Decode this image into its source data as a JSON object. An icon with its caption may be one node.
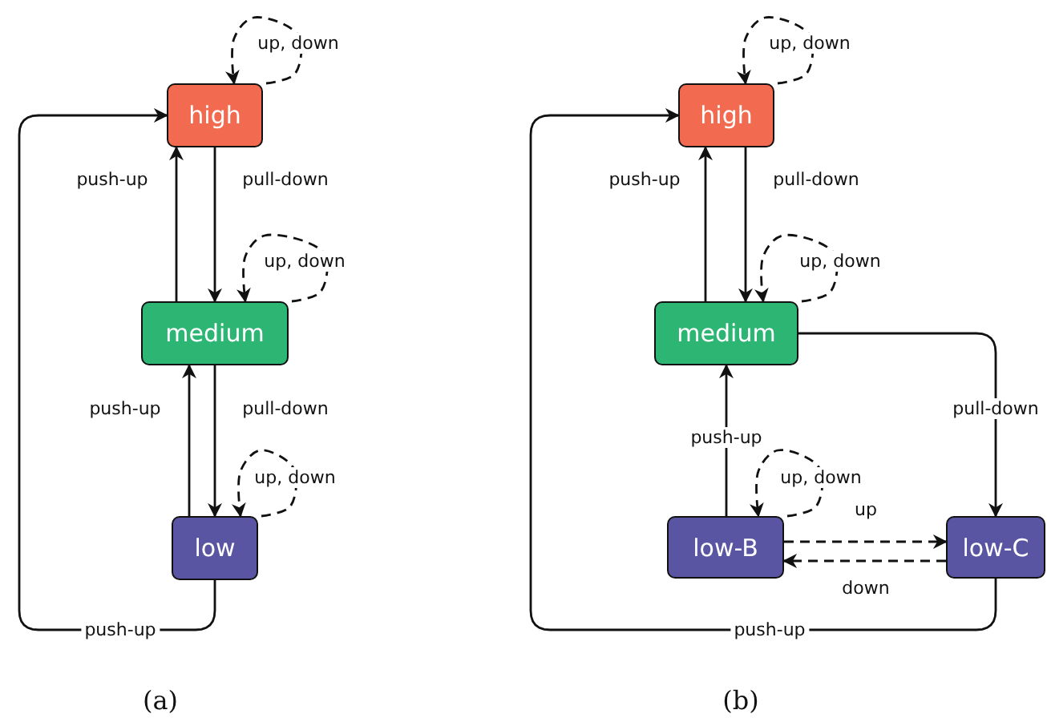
{
  "diagram": {
    "nodes": [
      {
        "text": [
          "high"
        ]
      },
      {
        "text": [
          "medium"
        ]
      },
      {
        "text": [
          "low"
        ]
      },
      {
        "text": [
          "high"
        ]
      },
      {
        "text": [
          "medium"
        ]
      },
      {
        "text": [
          "low-B"
        ]
      },
      {
        "text": [
          "low-C"
        ]
      }
    ],
    "edges": [
      {
        "from": 0,
        "to": 0,
        "arrow": "to",
        "label": "up, down",
        "style": "dashed"
      },
      {
        "from": 0,
        "to": 1,
        "arrow": "to",
        "label": "pull-down"
      },
      {
        "from": 1,
        "to": 0,
        "arrow": "to",
        "label": "push-up"
      },
      {
        "from": 1,
        "to": 1,
        "arrow": "to",
        "label": "up, down",
        "style": "dashed"
      },
      {
        "from": 1,
        "to": 2,
        "arrow": "to",
        "label": "pull-down"
      },
      {
        "from": 2,
        "to": 1,
        "arrow": "to",
        "label": "push-up"
      },
      {
        "from": 2,
        "to": 2,
        "arrow": "to",
        "label": "up, down",
        "style": "dashed"
      },
      {
        "from": 2,
        "to": 0,
        "arrow": "to",
        "label": "push-up"
      },
      {
        "from": 3,
        "to": 3,
        "arrow": "to",
        "label": "up, down",
        "style": "dashed"
      },
      {
        "from": 3,
        "to": 4,
        "arrow": "to",
        "label": "pull-down"
      },
      {
        "from": 4,
        "to": 3,
        "arrow": "to",
        "label": "push-up"
      },
      {
        "from": 4,
        "to": 4,
        "arrow": "to",
        "label": "up, down",
        "style": "dashed"
      },
      {
        "from": 4,
        "to": 6,
        "arrow": "to",
        "label": "pull-down"
      },
      {
        "from": 5,
        "to": 4,
        "arrow": "to",
        "label": "push-up"
      },
      {
        "from": 5,
        "to": 5,
        "arrow": "to",
        "label": "up, down",
        "style": "dashed"
      },
      {
        "from": 5,
        "to": 6,
        "arrow": "to",
        "label": "up",
        "style": "dashed"
      },
      {
        "from": 6,
        "to": 5,
        "arrow": "to",
        "label": "down",
        "style": "dashed"
      },
      {
        "from": 6,
        "to": 3,
        "arrow": "to",
        "label": "push-up"
      }
    ],
    "labels": [
      "(a)",
      "(b)"
    ]
  }
}
